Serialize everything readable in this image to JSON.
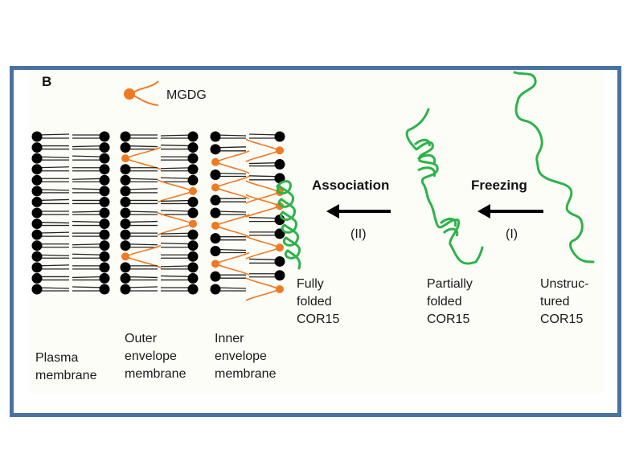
{
  "figure": {
    "panel_letter": "B",
    "legend": {
      "label": "MGDG",
      "icon": "mgdg-lipid-icon",
      "color": "#f07a22"
    },
    "colors": {
      "frame_border": "#4a72a0",
      "panel_background": "#fdfdf8",
      "lipid_head": "#000000",
      "mgdg": "#f07a22",
      "protein": "#2db34a",
      "arrow": "#000000"
    },
    "membranes": [
      {
        "id": "plasma",
        "label_lines": [
          "Plasma",
          "membrane"
        ],
        "left_leaflet": "LLLLLLLLLLLLLLL",
        "right_leaflet": "LLLLLLLLLLLLLLL"
      },
      {
        "id": "outer",
        "label_lines": [
          "Outer",
          "envelope",
          "membrane"
        ],
        "left_leaflet": "LLMLLLLLLLLMLLL",
        "right_leaflet": "LLLLLMLLMLLLLLL"
      },
      {
        "id": "inner",
        "label_lines": [
          "Inner",
          "envelope",
          "membrane"
        ],
        "left_leaflet": "LLMLMLLMLLMLL",
        "right_leaflet": "LMLLMMLLMLLM"
      }
    ],
    "proteins": [
      {
        "id": "fully-folded",
        "label_lines": [
          "Fully",
          "folded",
          "COR15"
        ]
      },
      {
        "id": "partially-folded",
        "label_lines": [
          "Partially",
          "folded",
          "COR15"
        ]
      },
      {
        "id": "unstructured",
        "label_lines": [
          "Unstruc-",
          "tured",
          "COR15"
        ]
      }
    ],
    "steps": [
      {
        "id": "association",
        "label": "Association",
        "number": "(II)"
      },
      {
        "id": "freezing",
        "label": "Freezing",
        "number": "(I)"
      }
    ]
  }
}
